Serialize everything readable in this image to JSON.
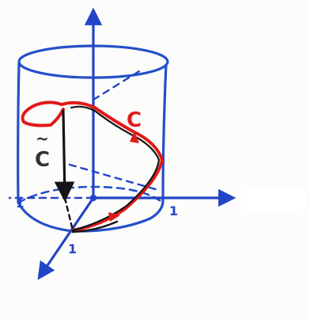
{
  "colors": {
    "background": "#fcfcfb",
    "axes": "#2444c8",
    "cylinder": "#2450c8",
    "curve_red": "#e11919",
    "curve_dark": "#151515",
    "label_red": "#e11919",
    "label_dark": "#333333"
  },
  "labels": {
    "curve_c": "C",
    "curve_c_tilde": "C",
    "tilde_mark": "~",
    "tick_x": "1",
    "tick_y": "1",
    "tick_z_left": "1"
  }
}
